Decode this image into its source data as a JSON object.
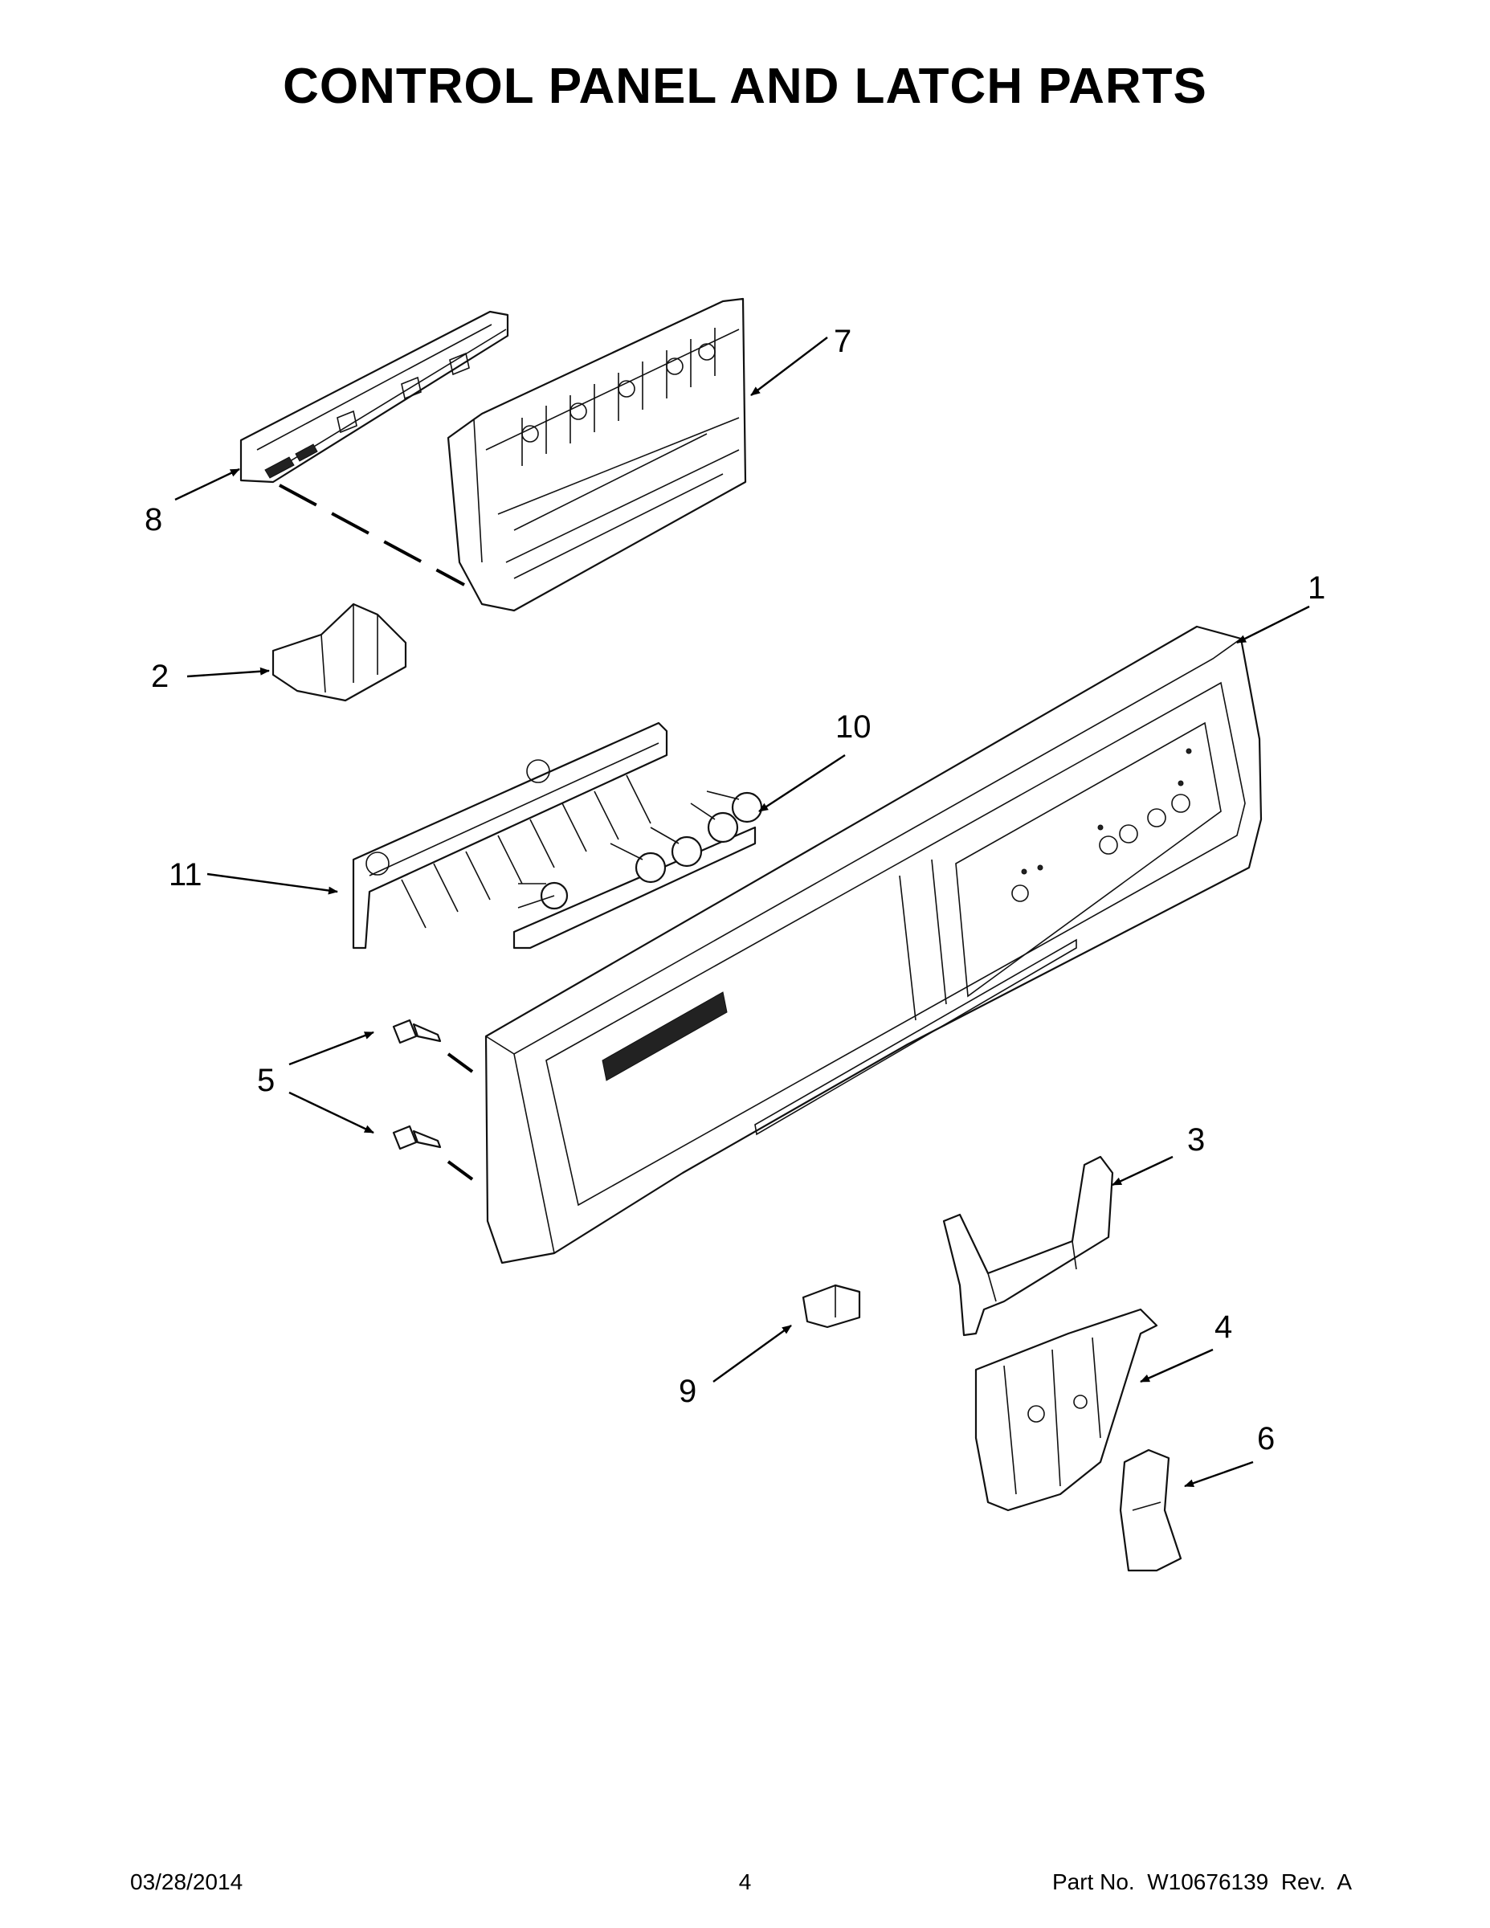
{
  "page": {
    "title": "CONTROL PANEL AND LATCH PARTS"
  },
  "callouts": {
    "c1": "1",
    "c2": "2",
    "c3": "3",
    "c4": "4",
    "c5": "5",
    "c6": "6",
    "c7": "7",
    "c8": "8",
    "c9": "9",
    "c10": "10",
    "c11": "11"
  },
  "footer": {
    "date": "03/28/2014",
    "page_number": "4",
    "part_prefix": "Part No.",
    "part_number": "W10676139",
    "revision": "Rev.  A"
  }
}
